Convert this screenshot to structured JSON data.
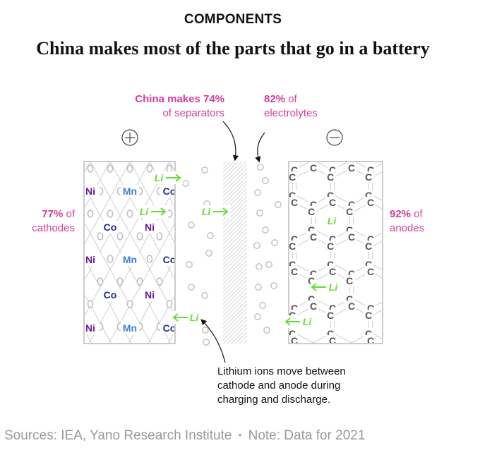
{
  "kicker": "COMPONENTS",
  "headline": "China makes most of the parts that go in a battery",
  "labels": {
    "separators_value": "China makes 74%",
    "separators_text": "of separators",
    "electrolytes_value": "82%",
    "electrolytes_of": "of",
    "electrolytes_text": "electrolytes",
    "cathodes_value": "77%",
    "cathodes_of": "of",
    "cathodes_text": "cathodes",
    "anodes_value": "92%",
    "anodes_of": "of",
    "anodes_text": "anodes"
  },
  "terminals": {
    "positive": "+",
    "negative": "−"
  },
  "ions": {
    "lithium": "Li"
  },
  "elements": {
    "nickel": "Ni",
    "manganese": "Mn",
    "cobalt": "Co",
    "oxygen": "O",
    "carbon": "C"
  },
  "note": "Lithium ions move between cathode and anode during charging and discharge.",
  "source": {
    "sources": "Sources: IEA, Yano Research Institute",
    "separator": "•",
    "note": "Note: Data for 2021"
  },
  "colors": {
    "accent": "#d43d9b",
    "lithium": "#66dd33",
    "nickel": "#6a1b9a",
    "manganese": "#3a7fd0",
    "cobalt": "#1f2a8c",
    "carbon": "#555555",
    "lattice": "#c4c4c4"
  }
}
